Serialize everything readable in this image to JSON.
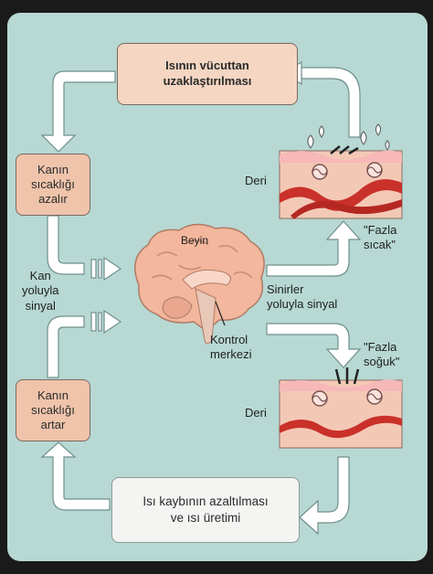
{
  "diagram": {
    "top_box": {
      "lines": [
        "Isının vücuttan",
        "uzaklaştırılması"
      ]
    },
    "bottom_box": {
      "lines": [
        "Isı kaybının azaltılması",
        "ve ısı üretimi"
      ]
    },
    "left_top_box": {
      "lines": [
        "Kanın",
        "sıcaklığı",
        "azalır"
      ]
    },
    "left_bottom_box": {
      "lines": [
        "Kanın",
        "sıcaklığı",
        "artar"
      ]
    },
    "label_blood_signal": {
      "lines": [
        "Kan",
        "yoluyla",
        "sinyal"
      ]
    },
    "label_brain": "Beyin",
    "label_control_center": {
      "lines": [
        "Kontrol",
        "merkezi"
      ]
    },
    "label_nerve_signal": {
      "lines": [
        "Sinirler",
        "yoluyla sinyal"
      ]
    },
    "label_skin_top": "Deri",
    "label_skin_bottom": "Deri",
    "label_too_hot": {
      "lines": [
        "\"Fazla",
        "sıcak\""
      ]
    },
    "label_too_cold": {
      "lines": [
        "\"Fazla",
        "soğuk\""
      ]
    }
  },
  "colors": {
    "background": "#b7d8d3",
    "box_warm": "#f4d6c2",
    "box_blood": "#efc4ab",
    "box_light": "#f4f4f2",
    "arrow": "#ffffff",
    "skin_tissue": "#f3c9b6",
    "blood_vessel": "#c9312a",
    "brain": "#f2b79c"
  },
  "icons": [
    "brain-illustration",
    "skin-cross-section-illustration",
    "sweat-drop-icon",
    "hair-follicle-icon"
  ]
}
